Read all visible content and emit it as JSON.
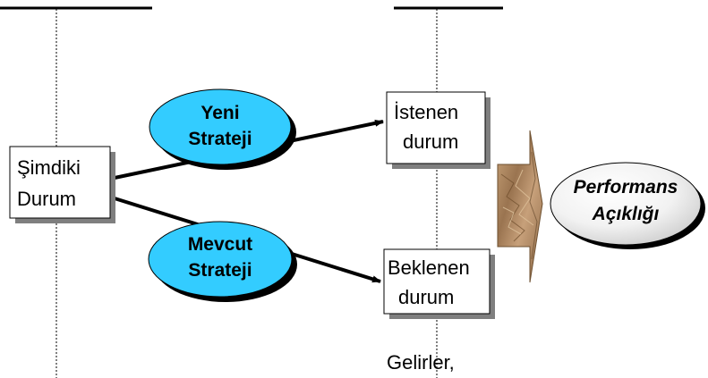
{
  "diagram": {
    "current_state": {
      "line1": "Şimdiki",
      "line2": "Durum"
    },
    "desired_state": {
      "line1": "İstenen",
      "line2": "durum"
    },
    "expected_state": {
      "line1": "Beklenen",
      "line2": "durum"
    },
    "new_strategy": {
      "line1": "Yeni",
      "line2": "Strateji"
    },
    "current_strategy": {
      "line1": "Mevcut",
      "line2": "Strateji"
    },
    "performance_gap": {
      "line1": "Performans",
      "line2": "Açıklığı"
    },
    "footer_text": "Gelirler,"
  },
  "colors": {
    "ellipse_fill": "#33ccff",
    "ellipse_shadow": "#000000",
    "box_border": "#000000",
    "box_shadow": "#7f7f7f",
    "connector": "#000000",
    "dotted_line": "#000000",
    "texture_base": "#b08a60"
  }
}
